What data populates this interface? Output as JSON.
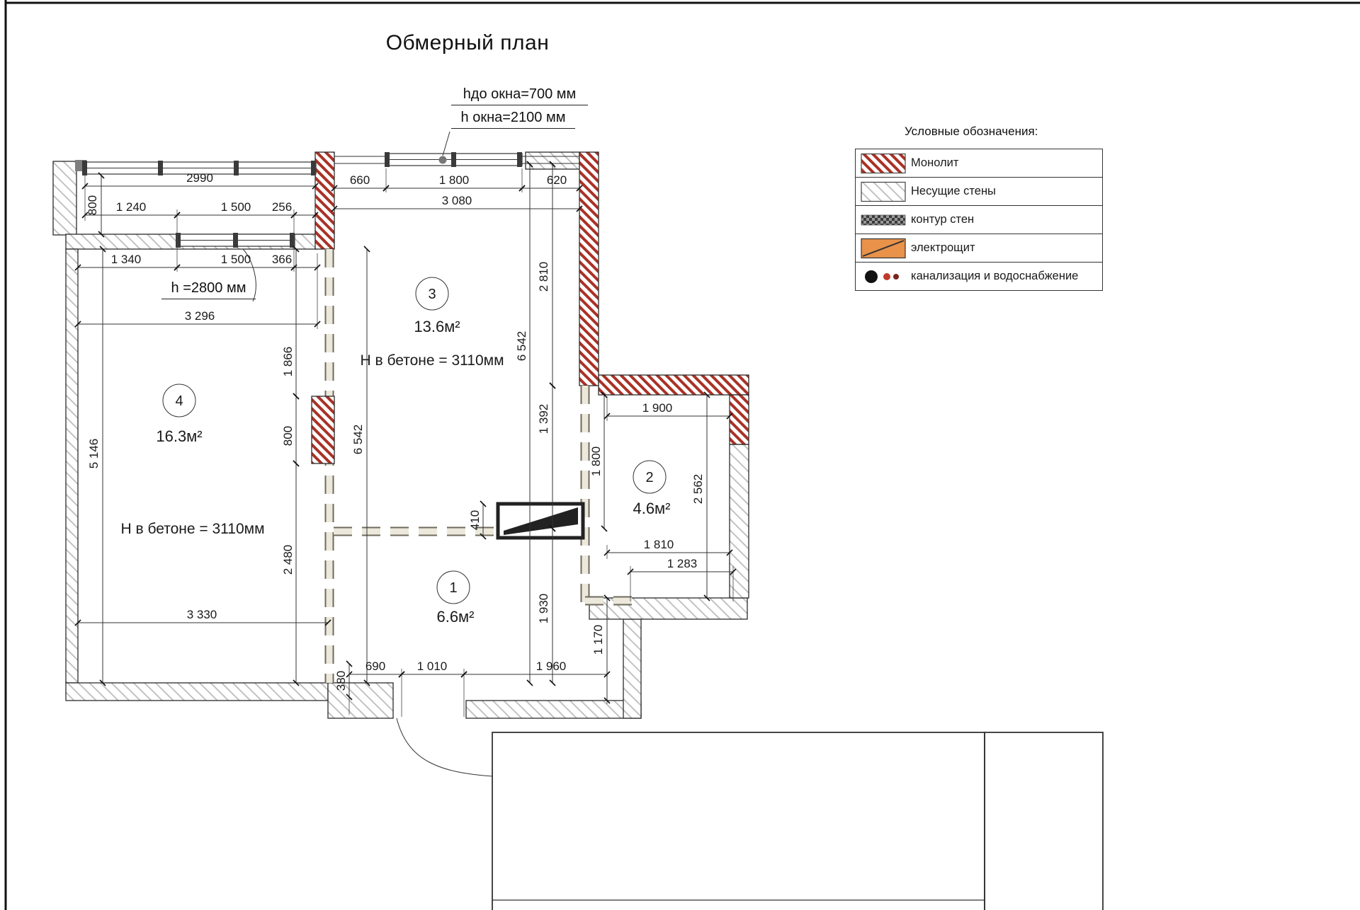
{
  "page": {
    "title": "Обмерный план"
  },
  "annotations": {
    "window_height_above": "hдо окна=700 мм",
    "window_height": "h окна=2100 мм",
    "left_window_height": "h =2800 мм"
  },
  "legend": {
    "title": "Условные обозначения:",
    "items": [
      {
        "key": "monolith",
        "label": "Монолит"
      },
      {
        "key": "bearing-walls",
        "label": "Несущие стены"
      },
      {
        "key": "wall-contour",
        "label": "контур стен"
      },
      {
        "key": "electrical-panel",
        "label": "электрощит"
      },
      {
        "key": "sewage-water",
        "label": "канализация и водоснабжение"
      }
    ]
  },
  "rooms": {
    "r1": {
      "num": "1",
      "area": "6.6м²"
    },
    "r2": {
      "num": "2",
      "area": "4.6м²"
    },
    "r3": {
      "num": "3",
      "area": "13.6м²",
      "note": "Н в бетоне = 3110мм"
    },
    "r4": {
      "num": "4",
      "area": "16.3м²",
      "note": "Н в бетоне = 3110мм"
    }
  },
  "dims": {
    "w2990": "2990",
    "v800l": "800",
    "w1240": "1 240",
    "w1500a": "1 500",
    "w256": "256",
    "w660": "660",
    "w1800t": "1 800",
    "w620": "620",
    "w3080": "3 080",
    "w1340": "1 340",
    "w1500b": "1 500",
    "w366": "366",
    "w3296": "3 296",
    "v2810": "2 810",
    "v6542a": "6 542",
    "v1392": "1 392",
    "v6542b": "6 542",
    "v1866": "1 866",
    "v800m": "800",
    "v2480": "2 480",
    "v5146": "5 146",
    "w1900": "1 900",
    "v1800r": "1 800",
    "v2562": "2 562",
    "v410": "410",
    "w1810": "1 810",
    "w1283": "1 283",
    "v1930": "1 930",
    "v1170": "1 170",
    "w3330": "3 330",
    "v380": "380",
    "w690": "690",
    "w1010": "1 010",
    "w1960": "1 960"
  },
  "colors": {
    "monolith_hatch": "#A93226",
    "bearing_hatch": "#BDBDBD",
    "electro_panel": "#E8924A",
    "dot_black": "#111111",
    "dot_red": "#C0392B",
    "dot_dark": "#7B241C"
  }
}
